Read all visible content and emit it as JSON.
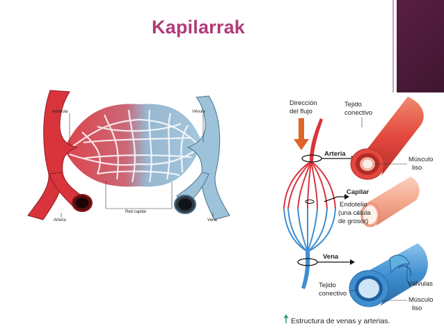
{
  "slide": {
    "title": "Kapilarrak",
    "accent_color": "#b23a78",
    "corner_color": "#4a1a38"
  },
  "left_diagram": {
    "labels": {
      "arteriola": "Arteriola",
      "venula": "Vénula",
      "red_capilar": "Red capilar",
      "arteria": "Arteria",
      "vena": "Vena"
    },
    "colors": {
      "artery": "#d9343c",
      "vein": "#9cc3da"
    }
  },
  "right_diagram": {
    "labels": {
      "direccion_line1": "Dirección",
      "direccion_line2": "del flujo",
      "tejido_top_line1": "Tejido",
      "tejido_top_line2": "conectivo",
      "arteria": "Arteria",
      "musculo_top_line1": "Músculo",
      "musculo_top_line2": "liso",
      "capilar": "Capilar",
      "endotelio_line1": "Endotelio",
      "endotelio_line2": "(una célula",
      "endotelio_line3": "de grosor)",
      "vena": "Vena",
      "valvulas": "Válvulas",
      "tejido_bottom_line1": "Tejido",
      "tejido_bottom_line2": "conectivo",
      "musculo_bottom_line1": "Músculo",
      "musculo_bottom_line2": "liso",
      "caption_icon": "up-arrow-icon",
      "caption": "Estructura de venas y arterias."
    },
    "colors": {
      "artery": "#e2483f",
      "capillary": "#f4a98f",
      "vein": "#3f8fd0",
      "arrow": "#e0642a"
    }
  }
}
